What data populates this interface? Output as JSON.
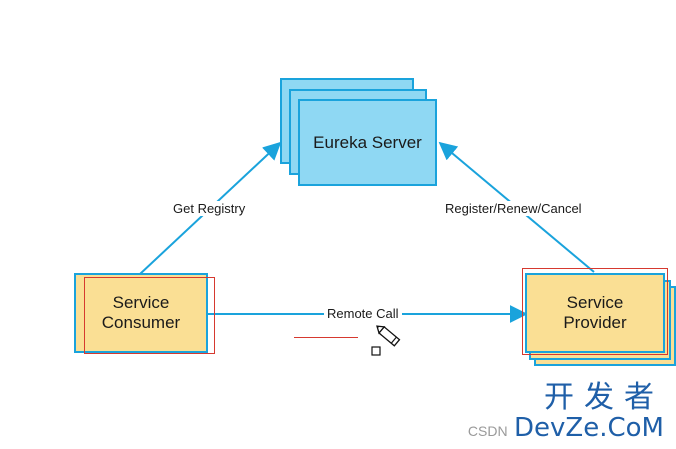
{
  "nodes": {
    "eureka_server": {
      "label": "Eureka Server"
    },
    "service_consumer": {
      "label": "Service\nConsumer"
    },
    "service_provider": {
      "label": "Service\nProvider"
    }
  },
  "edges": {
    "get_registry": {
      "label": "Get Registry"
    },
    "register_renew_cancel": {
      "label": "Register/Renew/Cancel"
    },
    "remote_call": {
      "label": "Remote Call"
    }
  },
  "watermark": {
    "chinese": "开发者",
    "csdn": "CSDN",
    "brand": "DevZe.CoM"
  },
  "colors": {
    "line": "#1aa3dc",
    "server_fill": "#8fd8f3",
    "service_fill": "#fadf94",
    "annotation_red": "#d6392f"
  },
  "icons": [
    "pencil-cursor-icon"
  ]
}
